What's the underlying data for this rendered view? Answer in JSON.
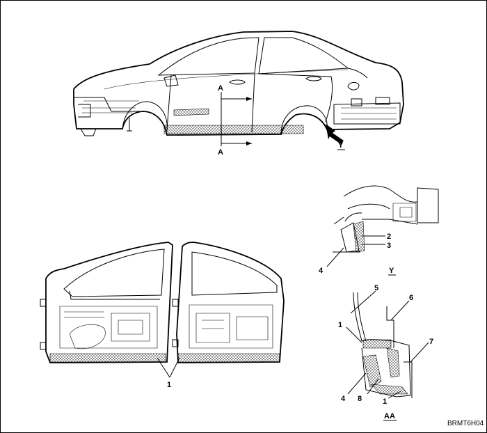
{
  "labels": {
    "section_a_top": "A",
    "section_a_bottom": "A",
    "view_y_arrow": "Y",
    "view_y_caption": "Y",
    "view_aa_caption": "AA",
    "part_1_doors": "1",
    "part_1_aa_upper": "1",
    "part_1_aa_lower": "1",
    "part_2": "2",
    "part_3": "3",
    "part_4_y": "4",
    "part_4_aa": "4",
    "part_5": "5",
    "part_6": "6",
    "part_7": "7",
    "part_8": "8"
  },
  "figure_code": "BRMT6H04"
}
